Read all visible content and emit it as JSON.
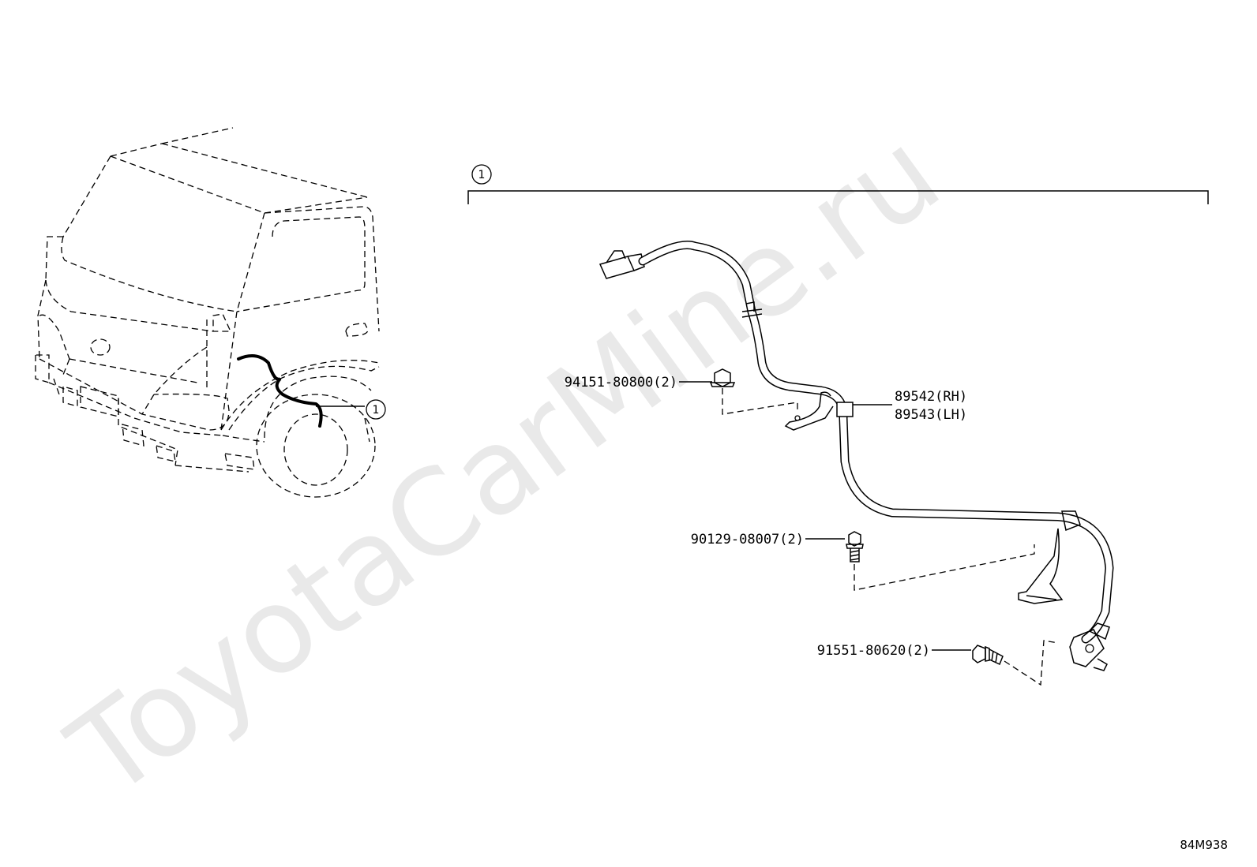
{
  "watermark": "ToyotaCarMine.ru",
  "diagram_code": "84M938",
  "callout": "1",
  "assembly": {
    "part_rh": "89542(RH)",
    "part_lh": "89543(LH)"
  },
  "fasteners": [
    {
      "label": "94151-80800(2)"
    },
    {
      "label": "90129-08007(2)"
    },
    {
      "label": "91551-80620(2)"
    }
  ]
}
